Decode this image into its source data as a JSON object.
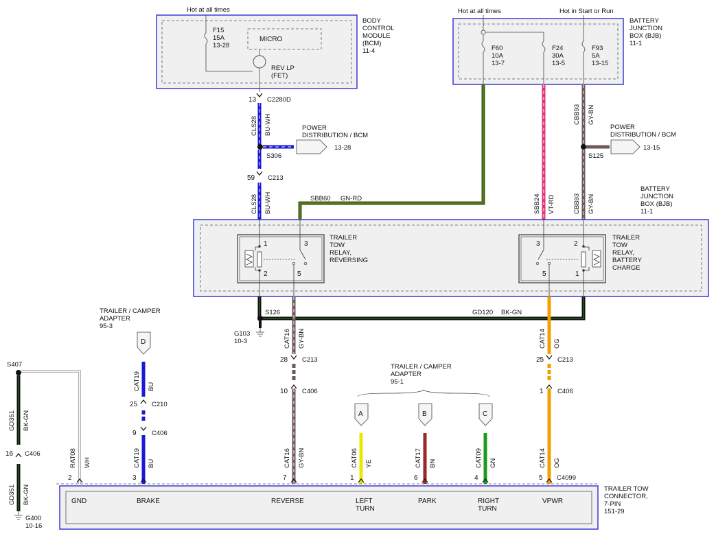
{
  "bcm": {
    "hot_label": "Hot at all times",
    "fuse": [
      "F15",
      "15A",
      "13-28"
    ],
    "micro": "MICRO",
    "rev_lp": [
      "REV LP",
      "(FET)"
    ],
    "title": [
      "BODY",
      "CONTROL",
      "MODULE",
      "(BCM)",
      "11-4"
    ]
  },
  "bjb_top": {
    "hot_label": "Hot at all times",
    "hot_start_label": "Hot in Start or Run",
    "f60": [
      "F60",
      "10A",
      "13-7"
    ],
    "f24": [
      "F24",
      "30A",
      "13-5"
    ],
    "f93": [
      "F93",
      "5A",
      "13-15"
    ],
    "title": [
      "BATTERY",
      "JUNCTION",
      "BOX (BJB)",
      "11-1"
    ]
  },
  "wires": {
    "pin_13": "13",
    "c2280d": "C2280D",
    "cls28_a": "CLS28",
    "bu_wh_a": "BU-WH",
    "s306": "S306",
    "pin_59": "59",
    "c213_a": "C213",
    "cls28_b": "CLS28",
    "bu_wh_b": "BU-WH",
    "sbb60": "SBB60",
    "gn_rd": "GN-RD",
    "sbb24": "SBB24",
    "vt_rd": "VT-RD",
    "cbb93_a": "CBB93",
    "gy_bn_a": "GY-BN",
    "cbb93_b": "CBB93",
    "gy_bn_b": "GY-BN",
    "s125": "S125",
    "s126": "S126",
    "g103": [
      "G103",
      "10-3"
    ],
    "gd120": "GD120",
    "bk_gn": "BK-GN",
    "cat16_a": "CAT16",
    "gy_bn_c": "GY-BN",
    "pin_28": "28",
    "c213_b": "C213",
    "pin_10": "10",
    "c406_a": "C406",
    "cat16_b": "CAT16",
    "gy_bn_d": "GY-BN",
    "cat14_a": "CAT14",
    "og_a": "OG",
    "pin_25a": "25",
    "c213_c": "C213",
    "pin_1a": "1",
    "c406_b": "C406",
    "cat14_b": "CAT14",
    "og_b": "OG",
    "cat19_a": "CAT19",
    "bu_a": "BU",
    "pin_25b": "25",
    "c210": "C210",
    "pin_9": "9",
    "c406_c": "C406",
    "cat19_b": "CAT19",
    "bu_b": "BU",
    "cat06": "CAT06",
    "ye": "YE",
    "cat17": "CAT17",
    "bn": "BN",
    "cat09": "CAT09",
    "gn": "GN",
    "s407": "S407",
    "gd351_a": "GD351",
    "bk_gn_a": "BK-GN",
    "pin_16": "16",
    "c406_d": "C406",
    "gd351_b": "GD351",
    "bk_gn_b": "BK-GN",
    "g400": [
      "G400",
      "10-16"
    ],
    "rat08": "RAT08",
    "wh": "WH",
    "c4099": "C4099"
  },
  "power_dist_bcm": {
    "label": [
      "POWER",
      "DISTRIBUTION / BCM"
    ],
    "ref": "13-28"
  },
  "power_dist_bcm2": {
    "label": [
      "POWER",
      "DISTRIBUTION / BCM"
    ],
    "ref": "13-15"
  },
  "bjb_mid_title": [
    "BATTERY",
    "JUNCTION",
    "BOX (BJB)",
    "11-1"
  ],
  "relay_rev": {
    "pins": [
      "1",
      "3",
      "2",
      "5"
    ],
    "label": [
      "TRAILER",
      "TOW",
      "RELAY,",
      "REVERSING"
    ]
  },
  "relay_bat": {
    "pins": [
      "3",
      "2",
      "5",
      "1"
    ],
    "label": [
      "TRAILER",
      "TOW",
      "RELAY,",
      "BATTERY",
      "CHARGE"
    ]
  },
  "adapter_left": {
    "label": [
      "TRAILER / CAMPER",
      "ADAPTER",
      "95-3"
    ],
    "conn": "D"
  },
  "adapter_right": {
    "label": [
      "TRAILER / CAMPER",
      "ADAPTER",
      "95-1"
    ],
    "conns": [
      "A",
      "B",
      "C"
    ]
  },
  "connector": {
    "pins": [
      "2",
      "3",
      "7",
      "1",
      "6",
      "4",
      "5"
    ],
    "names": [
      "GND",
      "BRAKE",
      "REVERSE",
      "LEFT",
      "TURN",
      "PARK",
      "RIGHT",
      "TURN",
      "VPWR"
    ],
    "title": [
      "TRAILER TOW",
      "CONNECTOR,",
      "7-PIN",
      "151-29"
    ]
  },
  "colors": {
    "box_border": "#3b3bd1",
    "box_fill": "#f0f0f0",
    "blue": "#1a1ad6",
    "green": "#1f6f12",
    "pink": "#e0307a",
    "brown": "#6e5a5a",
    "black": "#111111",
    "orange": "#f0a000",
    "yellow": "#e8e800",
    "red_brown": "#9a2a2a",
    "bright_green": "#1b9a1b"
  }
}
